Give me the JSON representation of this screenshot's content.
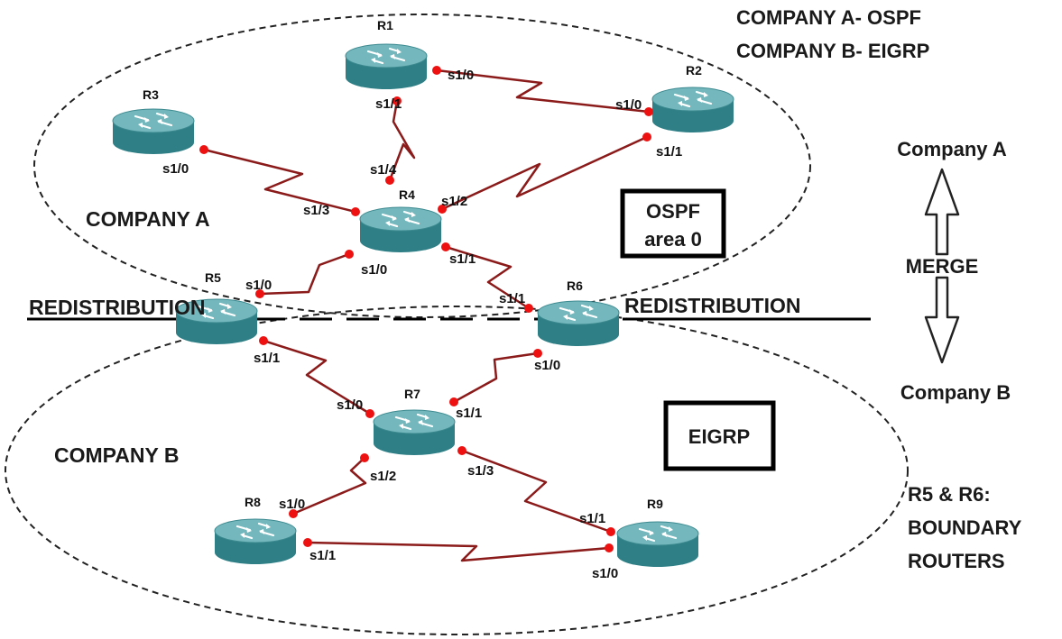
{
  "header": {
    "line1": "COMPANY A- OSPF",
    "line2": "COMPANY B- EIGRP"
  },
  "side": {
    "company_a": "Company A",
    "merge": "MERGE",
    "company_b": "Company B",
    "boundary_1": "R5 & R6:",
    "boundary_2": "BOUNDARY",
    "boundary_3": "ROUTERS"
  },
  "zones": {
    "company_a_label": "COMPANY A",
    "company_b_label": "COMPANY B",
    "ospf_line1": "OSPF",
    "ospf_line2": "area 0",
    "eigrp": "EIGRP",
    "redistribution_left": "REDISTRIBUTION",
    "redistribution_right": "REDISTRIBUTION"
  },
  "routers": {
    "r1": "R1",
    "r2": "R2",
    "r3": "R3",
    "r4": "R4",
    "r5": "R5",
    "r6": "R6",
    "r7": "R7",
    "r8": "R8",
    "r9": "R9"
  },
  "interfaces": {
    "r1_s10": "s1/0",
    "r1_s11": "s1/1",
    "r2_s10": "s1/0",
    "r2_s11": "s1/1",
    "r3_s10": "s1/0",
    "r4_s14": "s1/4",
    "r4_s13": "s1/3",
    "r4_s12": "s1/2",
    "r4_s10": "s1/0",
    "r4_s11": "s1/1",
    "r5_s10": "s1/0",
    "r5_s11": "s1/1",
    "r6_s11": "s1/1",
    "r6_s10": "s1/0",
    "r7_s10": "s1/0",
    "r7_s11": "s1/1",
    "r7_s12": "s1/2",
    "r7_s13": "s1/3",
    "r8_s10": "s1/0",
    "r8_s11": "s1/1",
    "r9_s11": "s1/1",
    "r9_s10": "s1/0"
  },
  "colors": {
    "link": "#8b1a1a",
    "endpoint": "#ee1111",
    "router_top": "#6fb3b8",
    "router_side": "#2f7f86"
  }
}
